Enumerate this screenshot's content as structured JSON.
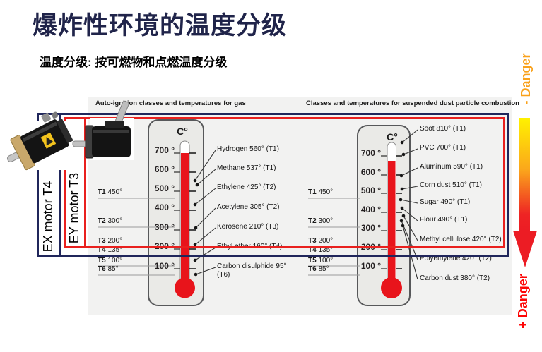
{
  "slide": {
    "title": "爆炸性环境的温度分级",
    "subtitle": "温度分级: 按可燃物和点燃温度分级"
  },
  "overlays": {
    "ex_motor_label": "EX motor T4",
    "ey_motor_label": "EY motor T3",
    "danger_less": "- Danger",
    "danger_more": "+ Danger"
  },
  "colors": {
    "title_navy": "#20244A",
    "ex_box_navy": "#20265B",
    "ey_box_red": "#E9201E",
    "thermometer_fluid_red": "#E8141B",
    "danger_less_orange": "#F9A11B",
    "danger_more_red": "#FE0505"
  },
  "gas_chart": {
    "header": "Auto-ignition classes and temperatures for gas",
    "unit": "C°",
    "scale_ticks": [
      "700 °",
      "600 °",
      "500 °",
      "400 °",
      "300 °",
      "200 °",
      "100 °"
    ],
    "temp_classes": [
      {
        "code": "T1",
        "temp": "450°"
      },
      {
        "code": "T2",
        "temp": "300°"
      },
      {
        "code": "T3",
        "temp": "200°"
      },
      {
        "code": "T4",
        "temp": "135°"
      },
      {
        "code": "T5",
        "temp": "100°"
      },
      {
        "code": "T6",
        "temp": "85°"
      }
    ],
    "substances": [
      {
        "label": "Hydrogen 560° (T1)"
      },
      {
        "label": "Methane 537° (T1)"
      },
      {
        "label": "Ethylene 425° (T2)"
      },
      {
        "label": "Acetylene 305° (T2)"
      },
      {
        "label": "Kerosene 210° (T3)"
      },
      {
        "label": "Ethyl ether 160° (T4)"
      },
      {
        "label": "Carbon disulphide 95° (T6)"
      }
    ]
  },
  "dust_chart": {
    "header": "Classes and temperatures for suspended dust particle combustion",
    "unit": "C°",
    "scale_ticks": [
      "700 °",
      "600 °",
      "500 °",
      "400 °",
      "300 °",
      "200 °",
      "100 °"
    ],
    "temp_classes": [
      {
        "code": "T1",
        "temp": "450°"
      },
      {
        "code": "T2",
        "temp": "300°"
      },
      {
        "code": "T3",
        "temp": "200°"
      },
      {
        "code": "T4",
        "temp": "135°"
      },
      {
        "code": "T5",
        "temp": "100°"
      },
      {
        "code": "T6",
        "temp": "85°"
      }
    ],
    "substances": [
      {
        "label": "Soot 810° (T1)"
      },
      {
        "label": "PVC 700° (T1)"
      },
      {
        "label": "Aluminum 590° (T1)"
      },
      {
        "label": "Corn dust 510° (T1)"
      },
      {
        "label": "Sugar 490° (T1)"
      },
      {
        "label": "Flour 490° (T1)"
      },
      {
        "label": "Methyl cellulose 420° (T2)"
      },
      {
        "label": "Polyethylene 420° (T2)"
      },
      {
        "label": "Carbon dust 380° (T2)"
      }
    ]
  }
}
